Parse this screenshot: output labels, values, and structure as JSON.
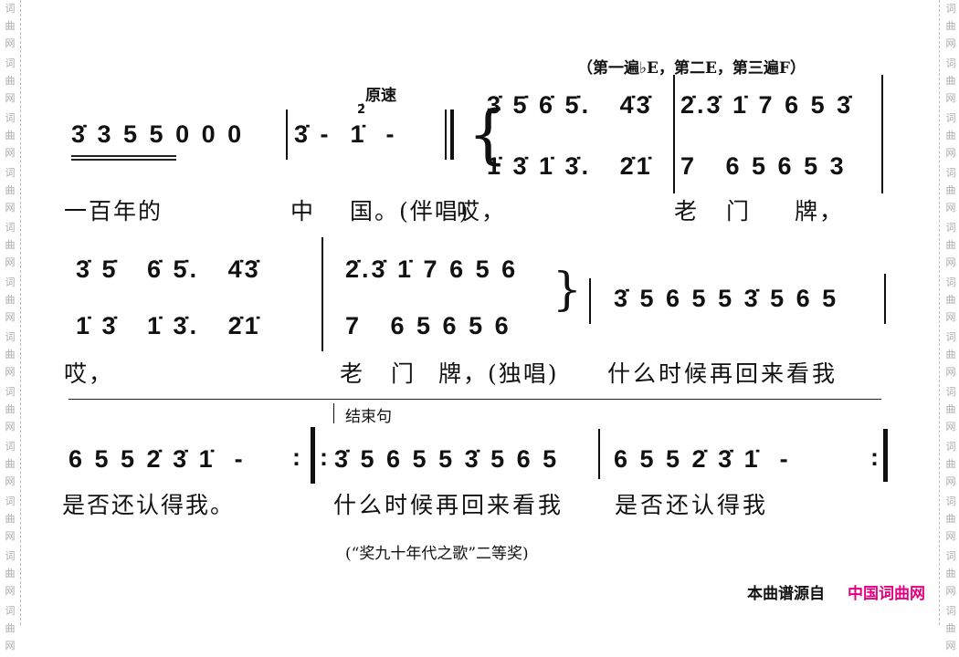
{
  "watermark": "词曲网",
  "annotation": "（第一遍♭E，第二E，第三遍F）",
  "tempo": "原速",
  "grace_note": "2̇",
  "row1": {
    "m1": "3̇ 3 5 5 0 0 0",
    "m2": "3̇ -  1̇  -",
    "upper1": "3̇ 5̇ 6̇ 5̇.   4̇3̇",
    "upper2": "2̇.3̇ 1̇ 7 6 5 3̇",
    "lower1": "1̇ 3̇ 1̇ 3̇.   2̇1̇",
    "lower2": "7   6 5 6 5 3",
    "lyrics": [
      "一百年的",
      "中",
      "国。(伴唱)",
      "哎，",
      "老",
      "门",
      "牌，"
    ]
  },
  "row2": {
    "upper1": "3̇ 5̇   6̇ 5̇.   4̇3̇",
    "upper2": "2̇.3̇ 1̇ 7 6 5 6",
    "lower1": "1̇ 3̇   1̇ 3̇.   2̇1̇",
    "lower2": "7   6 5 6 5 6",
    "m3": "3̇ 5 6 5 5 3̇ 5 6 5",
    "lyrics": [
      "哎，",
      "老",
      "门",
      "牌，(独唱)",
      "什么时候再回来看我"
    ]
  },
  "ending_label": "结束句",
  "row3": {
    "m1": "6 5 5 2̇ 3̇ 1̇  -",
    "m2": "3̇ 5 6 5 5 3̇ 5 6 5",
    "m3": "6 5 5 2̇ 3̇ 1̇  -",
    "lyrics": [
      "是否还认得我。",
      "什么时候再回来看我",
      "是否还认得我"
    ]
  },
  "caption": "(“奖九十年代之歌”二等奖)",
  "footer": {
    "prefix": "本曲谱源自",
    "site": "中国词曲网",
    "site_color": "#e4007f"
  }
}
